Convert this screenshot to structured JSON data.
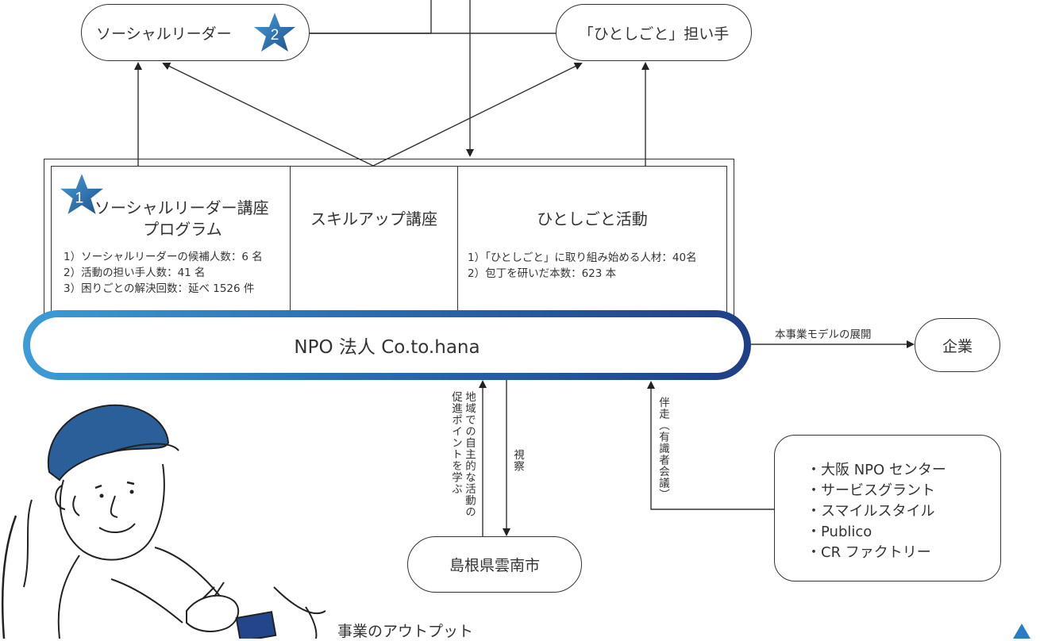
{
  "nodes": {
    "social_leader": "ソーシャルリーダー",
    "social_leader_star_number": "2",
    "hitoshigoto_bearer": "「ひとしごと」担い手",
    "npo": "NPO 法人 Co.to.hana",
    "company": "企業",
    "unnan": "島根県雲南市"
  },
  "programs": {
    "program1": {
      "star_number": "1",
      "title_line1": "ソーシャルリーダー講座",
      "title_line2": "プログラム",
      "items": [
        "1）ソーシャルリーダーの候補人数：6 名",
        "2）活動の担い手人数：41 名",
        "3）困りごとの解決回数：延べ 1526 件"
      ]
    },
    "program2": {
      "title": "スキルアップ講座"
    },
    "program3": {
      "title": "ひとしごと活動",
      "items": [
        "1）「ひとしごと」に取り組み始める人材：40名",
        "2）包丁を研いだ本数：623 本"
      ]
    }
  },
  "edges": {
    "expansion": "本事業モデルの展開",
    "learn": "地域での自主的な活動の促進ポイントを学ぶ",
    "inspection": "視察",
    "accompany": "伴走（有識者会議）"
  },
  "partners": [
    "・大阪 NPO センター",
    "・サービスグラント",
    "・スマイルスタイル",
    "・Publico",
    "・CR ファクトリー"
  ],
  "footer_caption": "事業のアウトプット",
  "colors": {
    "star_light": "#4a9ed6",
    "star_dark": "#1d4f8c",
    "gradient_start": "#3c9cd6",
    "gradient_end": "#1f3f86"
  }
}
